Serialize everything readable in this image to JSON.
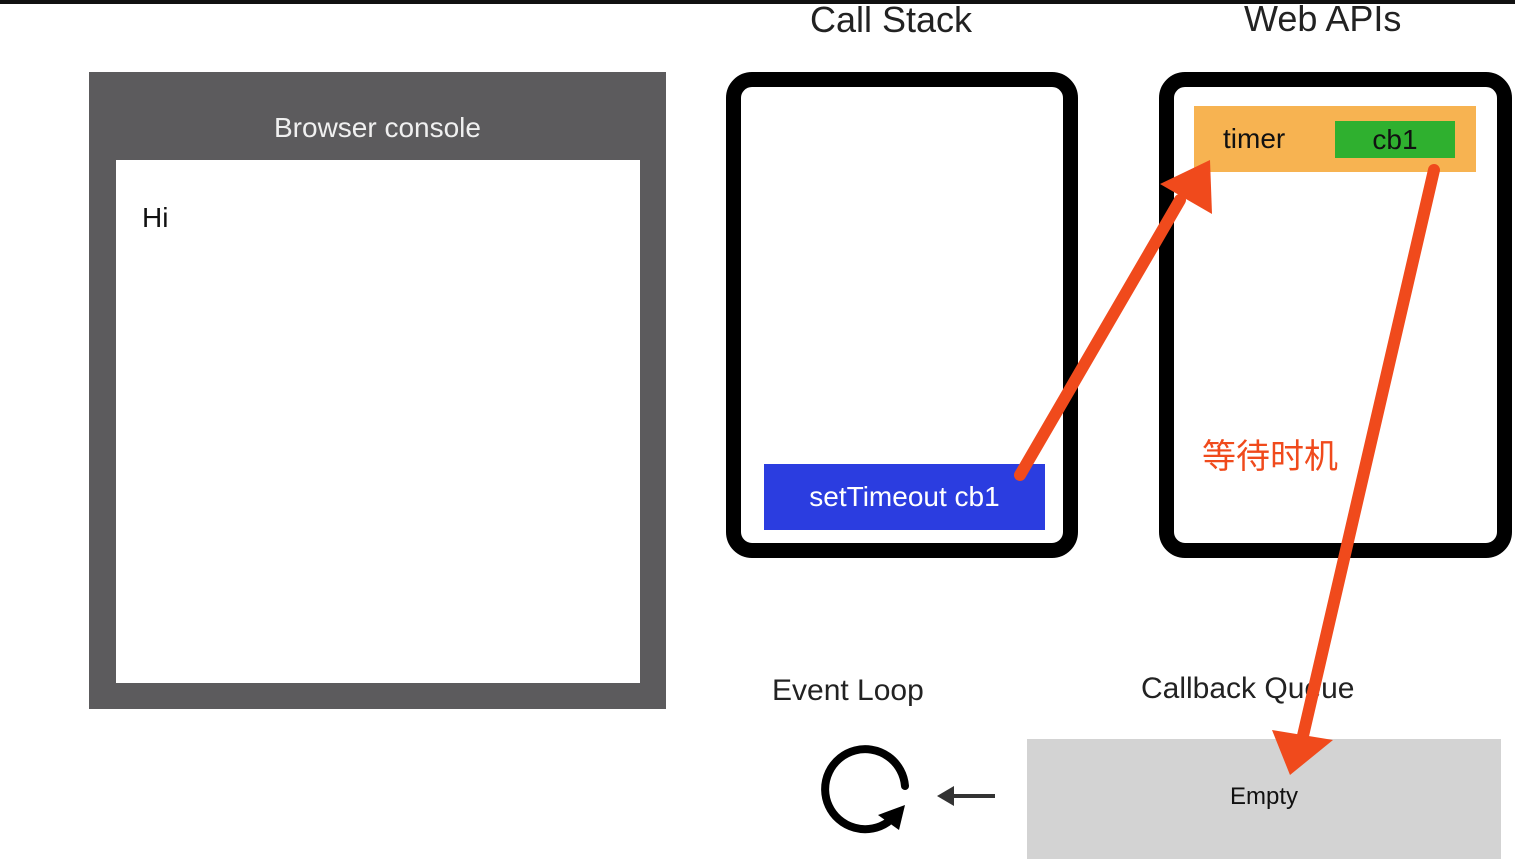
{
  "titles": {
    "call_stack": "Call Stack",
    "web_apis": "Web APIs"
  },
  "console": {
    "title": "Browser console",
    "lines": [
      "Hi"
    ]
  },
  "call_stack": {
    "frames": [
      "setTimeout cb1"
    ]
  },
  "web_apis": {
    "rows": [
      {
        "label": "timer",
        "callback": "cb1"
      }
    ],
    "note": "等待时机"
  },
  "event_loop": {
    "label": "Event Loop"
  },
  "callback_queue": {
    "label": "Callback Queue",
    "content": "Empty"
  },
  "colors": {
    "arrow": "#f04a1c",
    "stack_frame": "#2b3de0",
    "timer_row": "#f7b351",
    "callback_chip": "#2fb02f",
    "console_frame": "#5c5b5d",
    "queue_bg": "#d3d3d3"
  }
}
